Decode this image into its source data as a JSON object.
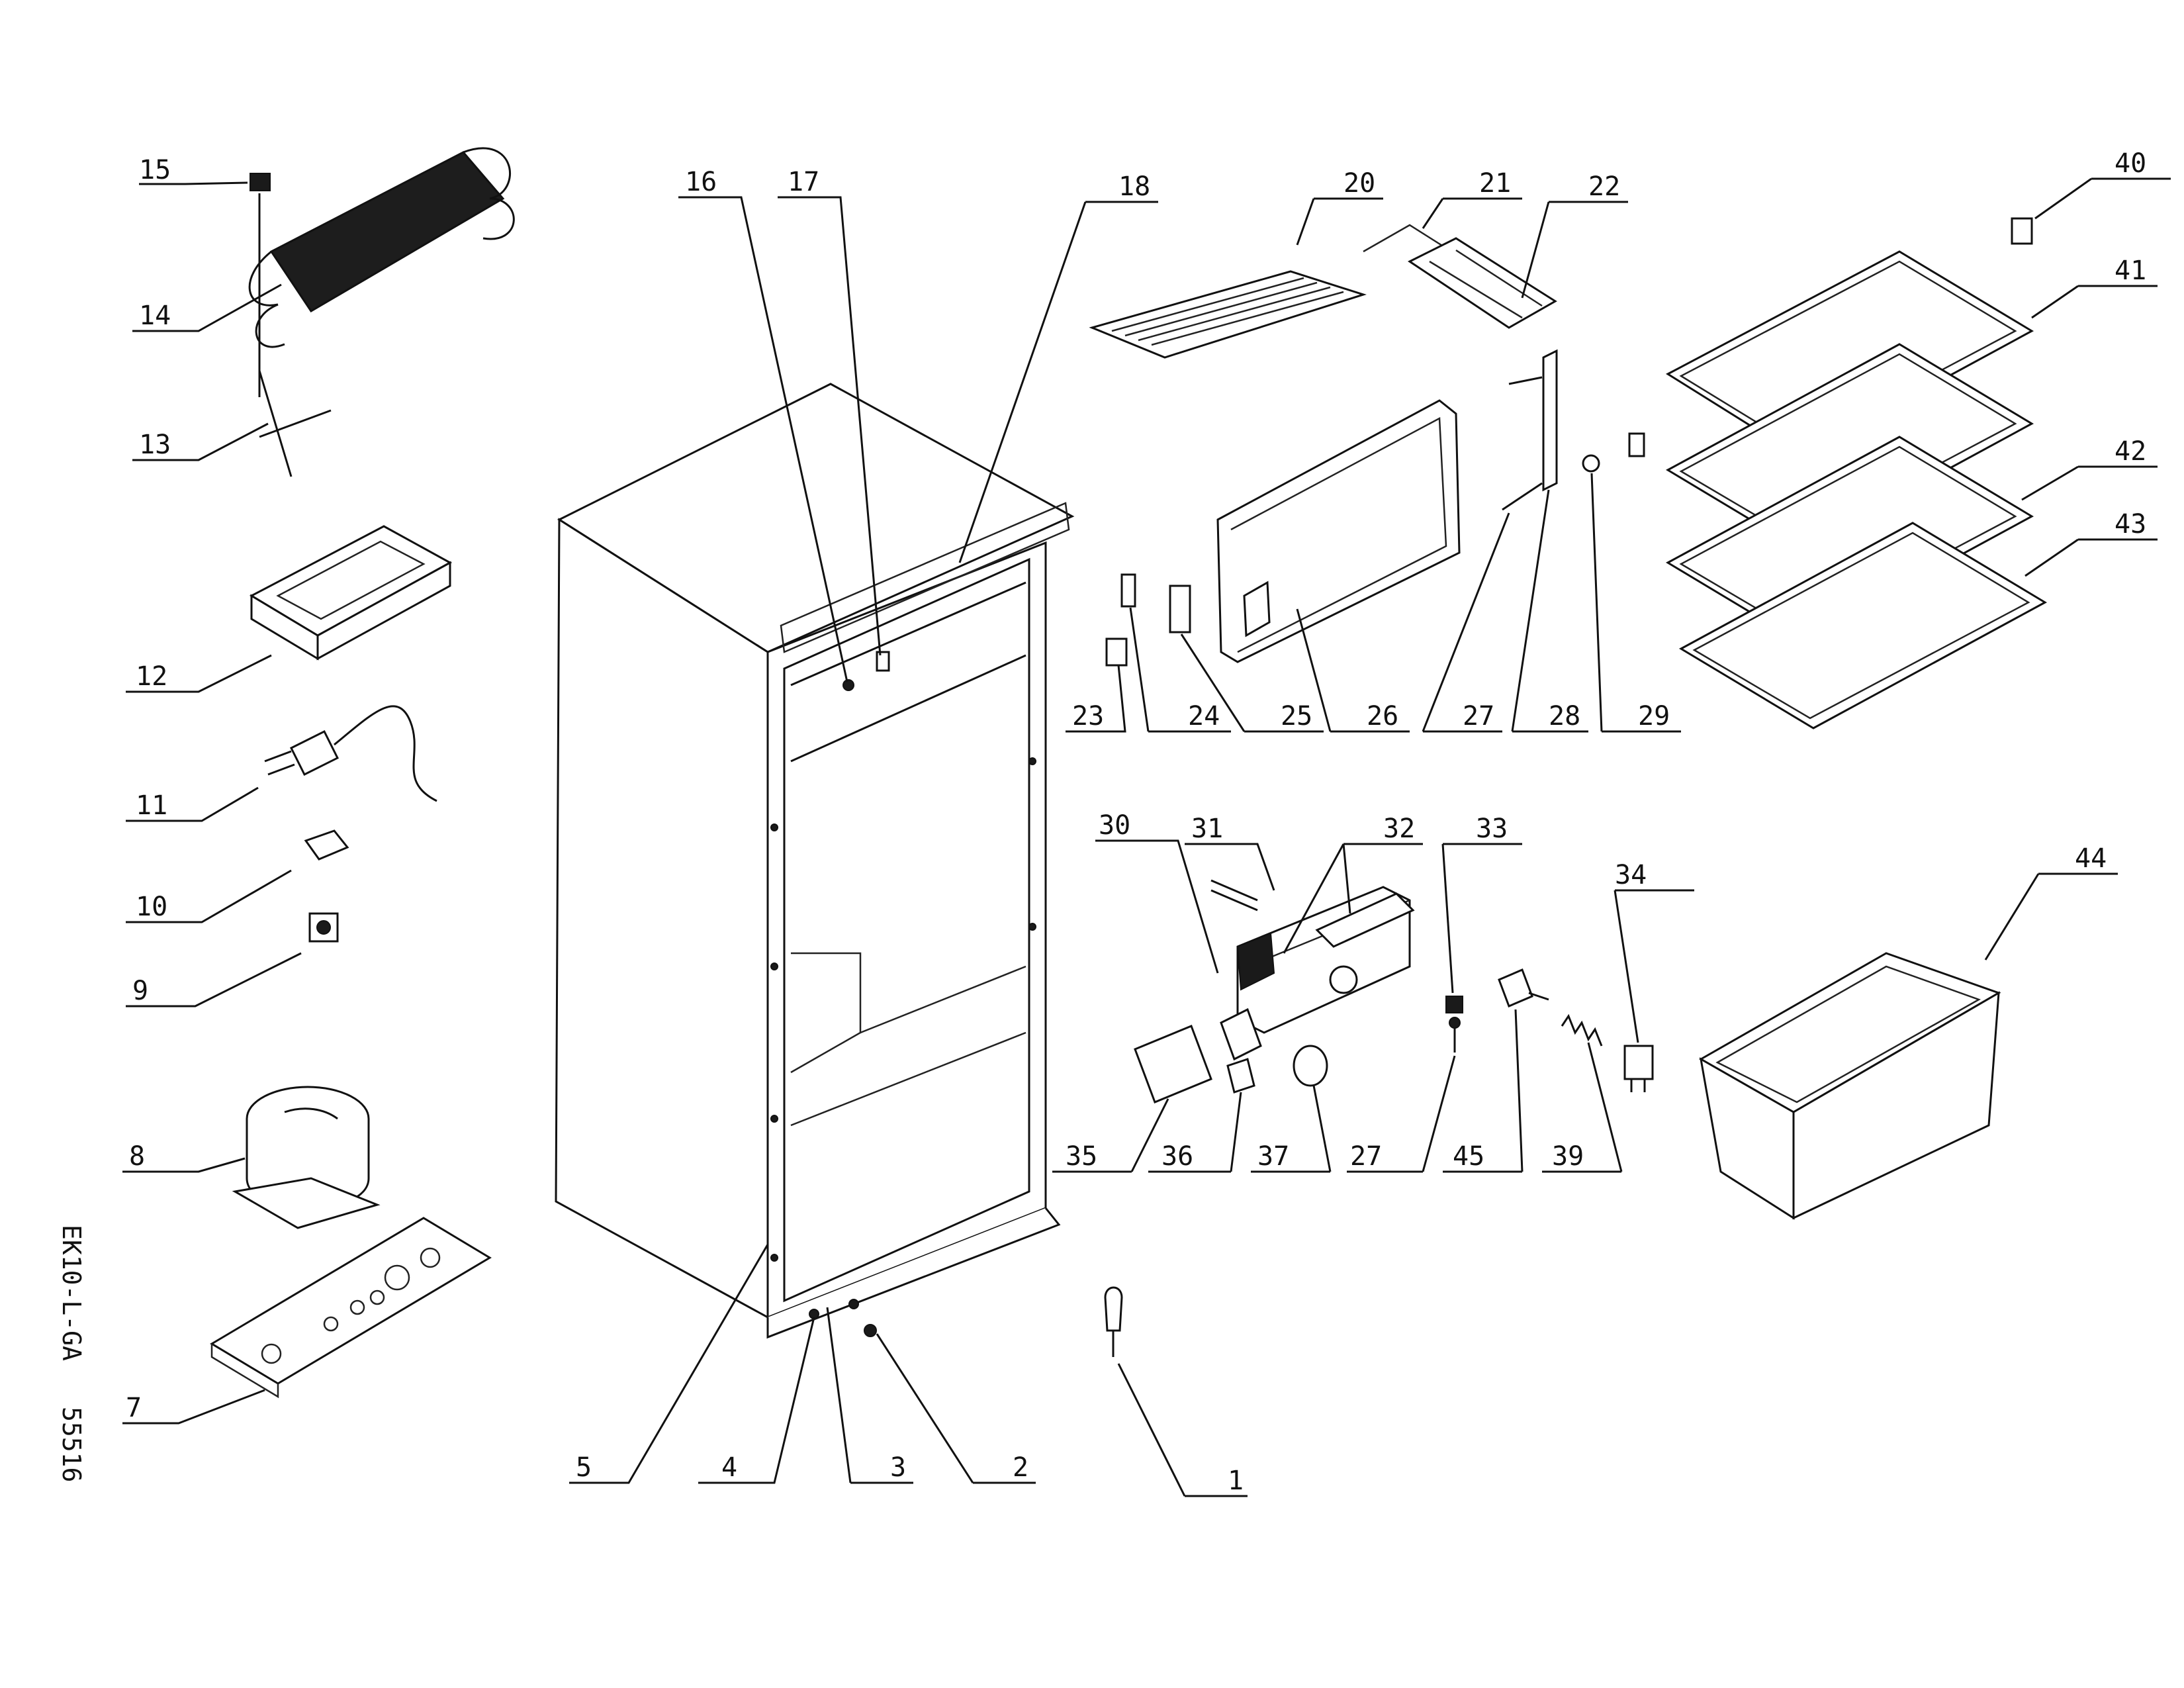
{
  "diagram": {
    "callouts": [
      {
        "id": "15",
        "text": "15"
      },
      {
        "id": "14",
        "text": "14"
      },
      {
        "id": "13",
        "text": "13"
      },
      {
        "id": "12",
        "text": "12"
      },
      {
        "id": "11",
        "text": "11"
      },
      {
        "id": "10",
        "text": "10"
      },
      {
        "id": "9",
        "text": "9"
      },
      {
        "id": "8",
        "text": "8"
      },
      {
        "id": "7",
        "text": "7"
      },
      {
        "id": "16",
        "text": "16"
      },
      {
        "id": "17",
        "text": "17"
      },
      {
        "id": "18",
        "text": "18"
      },
      {
        "id": "20",
        "text": "20"
      },
      {
        "id": "21",
        "text": "21"
      },
      {
        "id": "22",
        "text": "22"
      },
      {
        "id": "40",
        "text": "40"
      },
      {
        "id": "41",
        "text": "41"
      },
      {
        "id": "42",
        "text": "42"
      },
      {
        "id": "43",
        "text": "43"
      },
      {
        "id": "23",
        "text": "23"
      },
      {
        "id": "24",
        "text": "24"
      },
      {
        "id": "25",
        "text": "25"
      },
      {
        "id": "26",
        "text": "26"
      },
      {
        "id": "27a",
        "text": "27"
      },
      {
        "id": "28",
        "text": "28"
      },
      {
        "id": "29",
        "text": "29"
      },
      {
        "id": "30",
        "text": "30"
      },
      {
        "id": "31",
        "text": "31"
      },
      {
        "id": "32",
        "text": "32"
      },
      {
        "id": "33",
        "text": "33"
      },
      {
        "id": "34",
        "text": "34"
      },
      {
        "id": "44",
        "text": "44"
      },
      {
        "id": "35",
        "text": "35"
      },
      {
        "id": "36",
        "text": "36"
      },
      {
        "id": "37",
        "text": "37"
      },
      {
        "id": "27b",
        "text": "27"
      },
      {
        "id": "45",
        "text": "45"
      },
      {
        "id": "39",
        "text": "39"
      },
      {
        "id": "5",
        "text": "5"
      },
      {
        "id": "4",
        "text": "4"
      },
      {
        "id": "3",
        "text": "3"
      },
      {
        "id": "2",
        "text": "2"
      },
      {
        "id": "1",
        "text": "1"
      }
    ],
    "side_labels": {
      "model": "EK10-L-GA",
      "number": "55516"
    }
  }
}
